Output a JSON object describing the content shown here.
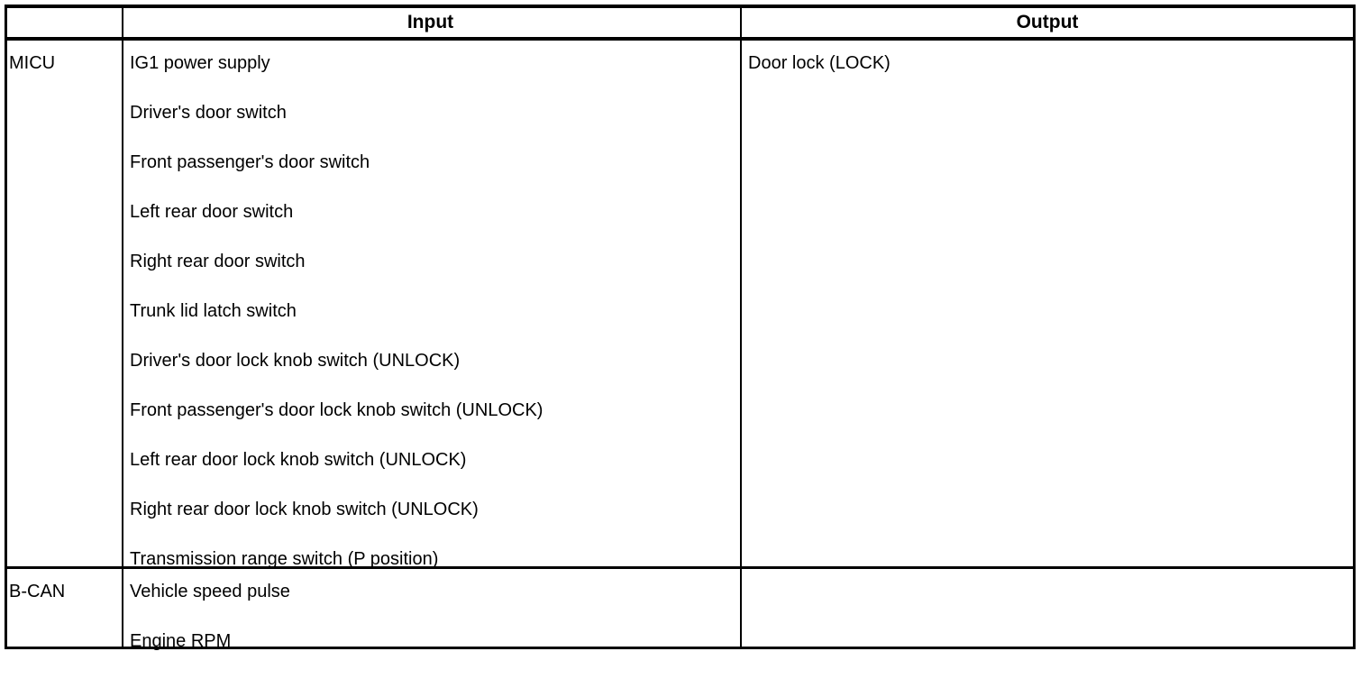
{
  "table": {
    "columns": {
      "category_header": "",
      "input_header": "Input",
      "output_header": "Output"
    },
    "rows": [
      {
        "category": "MICU",
        "inputs": [
          "IG1 power supply",
          "Driver's door switch",
          "Front passenger's door switch",
          "Left rear door switch",
          "Right rear door switch",
          "Trunk lid latch switch",
          "Driver's door lock knob switch (UNLOCK)",
          "Front passenger's door lock knob switch (UNLOCK)",
          "Left rear door lock knob switch (UNLOCK)",
          "Right rear door lock knob switch (UNLOCK)",
          "Transmission range switch (P position)"
        ],
        "outputs": [
          "Door lock (LOCK)"
        ]
      },
      {
        "category": "B-CAN",
        "inputs": [
          "Vehicle speed pulse",
          "Engine RPM"
        ],
        "outputs": []
      }
    ]
  },
  "style": {
    "border_color": "#000000",
    "text_color": "#000000",
    "background_color": "#ffffff"
  }
}
